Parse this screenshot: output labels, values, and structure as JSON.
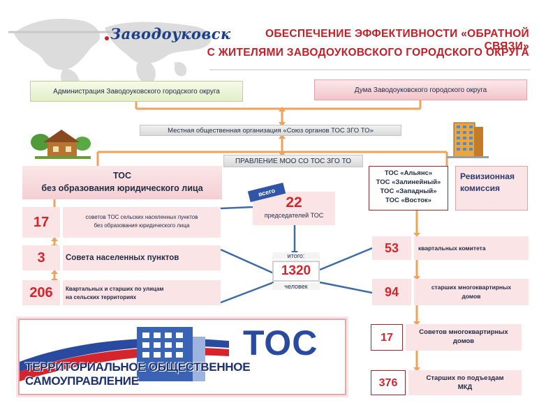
{
  "header": {
    "logo_text": "Заводоуковск",
    "title_line1": "ОБЕСПЕЧЕНИЕ ЭФФЕКТИВНОСТИ «ОБРАТНОЙ СВЯЗИ»",
    "title_line2": "С ЖИТЕЛЯМИ ЗАВОДОУКОВСКОГО ГОРОДСКОГО ОКРУГА"
  },
  "top_boxes": {
    "admin": "Администрация Заводоуковского городского округа",
    "duma": "Дума  Заводоуковского городского округа",
    "moo": "Местная общественная организация «Союз органов ТОС  ЗГО ТО»",
    "pravlenie": "ПРАВЛЕНИЕ МОО СО ТОС ЗГО ТО"
  },
  "left": {
    "tos_title_1": "ТОС",
    "tos_title_2": "без образования юридического лица",
    "rows": [
      {
        "value": "17",
        "label_1": "советов ТОС сельских населенных пунктов",
        "label_2": "без образования юридического лица"
      },
      {
        "value": "3",
        "label_1": "Совета населенных пунктов",
        "label_2": ""
      },
      {
        "value": "206",
        "label_1": "Квартальных и старших по улицам",
        "label_2": "на сельских территориях"
      }
    ]
  },
  "center": {
    "vsego": "всего",
    "chairs_value": "22",
    "chairs_label": "председателей ТОС",
    "itogo": "итого:",
    "total_value": "1320",
    "total_unit": "человек"
  },
  "right": {
    "tos_list": [
      "ТОС «Альянс»",
      "ТОС «Залинейный»",
      "ТОС «Западный»",
      "ТОС «Восток»"
    ],
    "revision_1": "Ревизионная",
    "revision_2": "комиссия",
    "rows": [
      {
        "value": "53",
        "label_1": "квартальных комитета",
        "label_2": ""
      },
      {
        "value": "94",
        "label_1": "старших  многоквартирных",
        "label_2": "домов"
      },
      {
        "value": "17",
        "label_1": "Советов многоквартирных",
        "label_2": "домов"
      },
      {
        "value": "376",
        "label_1": "Старших  по подъездам",
        "label_2": "МКД"
      }
    ]
  },
  "banner": {
    "tos": "ТОС",
    "text": "ТЕРРИТОРИАЛЬНОЕ ОБЩЕСТВЕННОЕ САМОУПРАВЛЕНИЕ"
  },
  "colors": {
    "accent_red": "#c21f27",
    "number_red": "#d4252d",
    "navy": "#2a4aa0",
    "connector_orange": "#f0a15a",
    "connector_blue": "#3e6aa8"
  }
}
